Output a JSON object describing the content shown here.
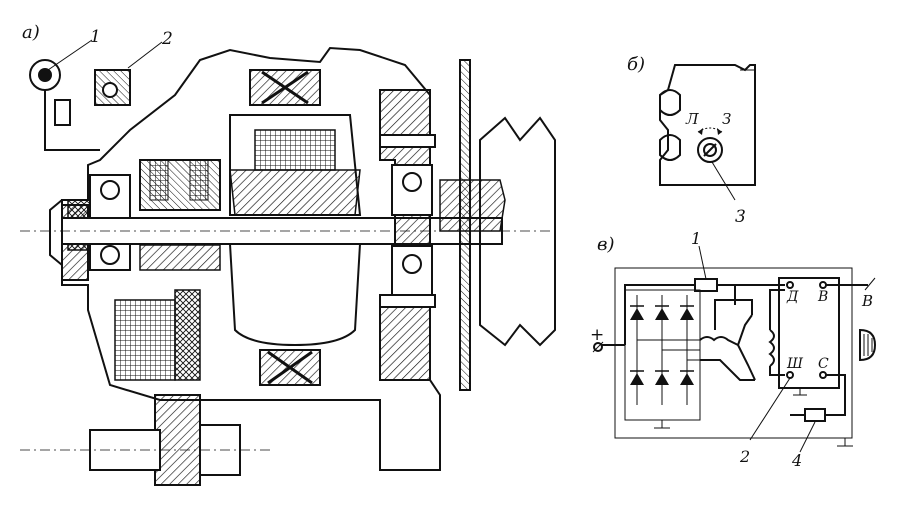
{
  "figure": {
    "panel_a": {
      "label": "а)",
      "callouts": [
        "1",
        "2"
      ]
    },
    "panel_b": {
      "label": "б)",
      "mark_left": "Л",
      "mark_right": "З",
      "callout": "3"
    },
    "panel_v": {
      "label": "в)",
      "plus": "+",
      "callout_1": "1",
      "callout_2": "2",
      "callout_4": "4",
      "term_D": "Д",
      "term_B": "В",
      "term_Sh": "Ш",
      "term_C": "С",
      "ext_B": "В"
    }
  }
}
